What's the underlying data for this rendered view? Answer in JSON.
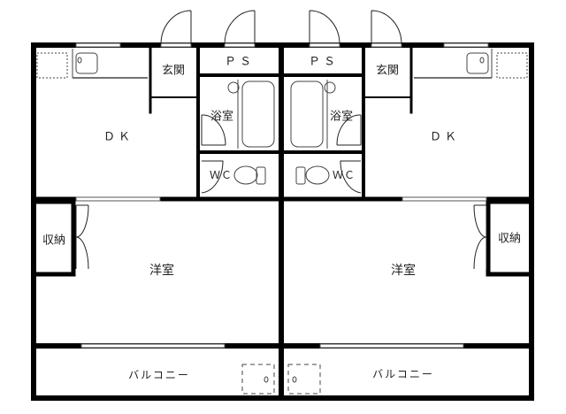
{
  "plan": {
    "type": "apartment floor plan (two mirrored units)",
    "colors": {
      "wall": "#000000",
      "fixture": "#555555",
      "background": "#ffffff"
    }
  },
  "units": [
    {
      "side": "left",
      "rooms": {
        "dk": "ＤＫ",
        "genkan": "玄関",
        "ps": "ＰＳ",
        "bath": "浴室",
        "wc": "ＷＣ",
        "storage": "収納",
        "western_room": "洋室",
        "balcony": "バルコニー"
      }
    },
    {
      "side": "right",
      "rooms": {
        "dk": "ＤＫ",
        "genkan": "玄関",
        "ps": "ＰＳ",
        "bath": "浴室",
        "wc": "ＷＣ",
        "storage": "収納",
        "western_room": "洋室",
        "balcony": "バルコニー"
      }
    }
  ]
}
